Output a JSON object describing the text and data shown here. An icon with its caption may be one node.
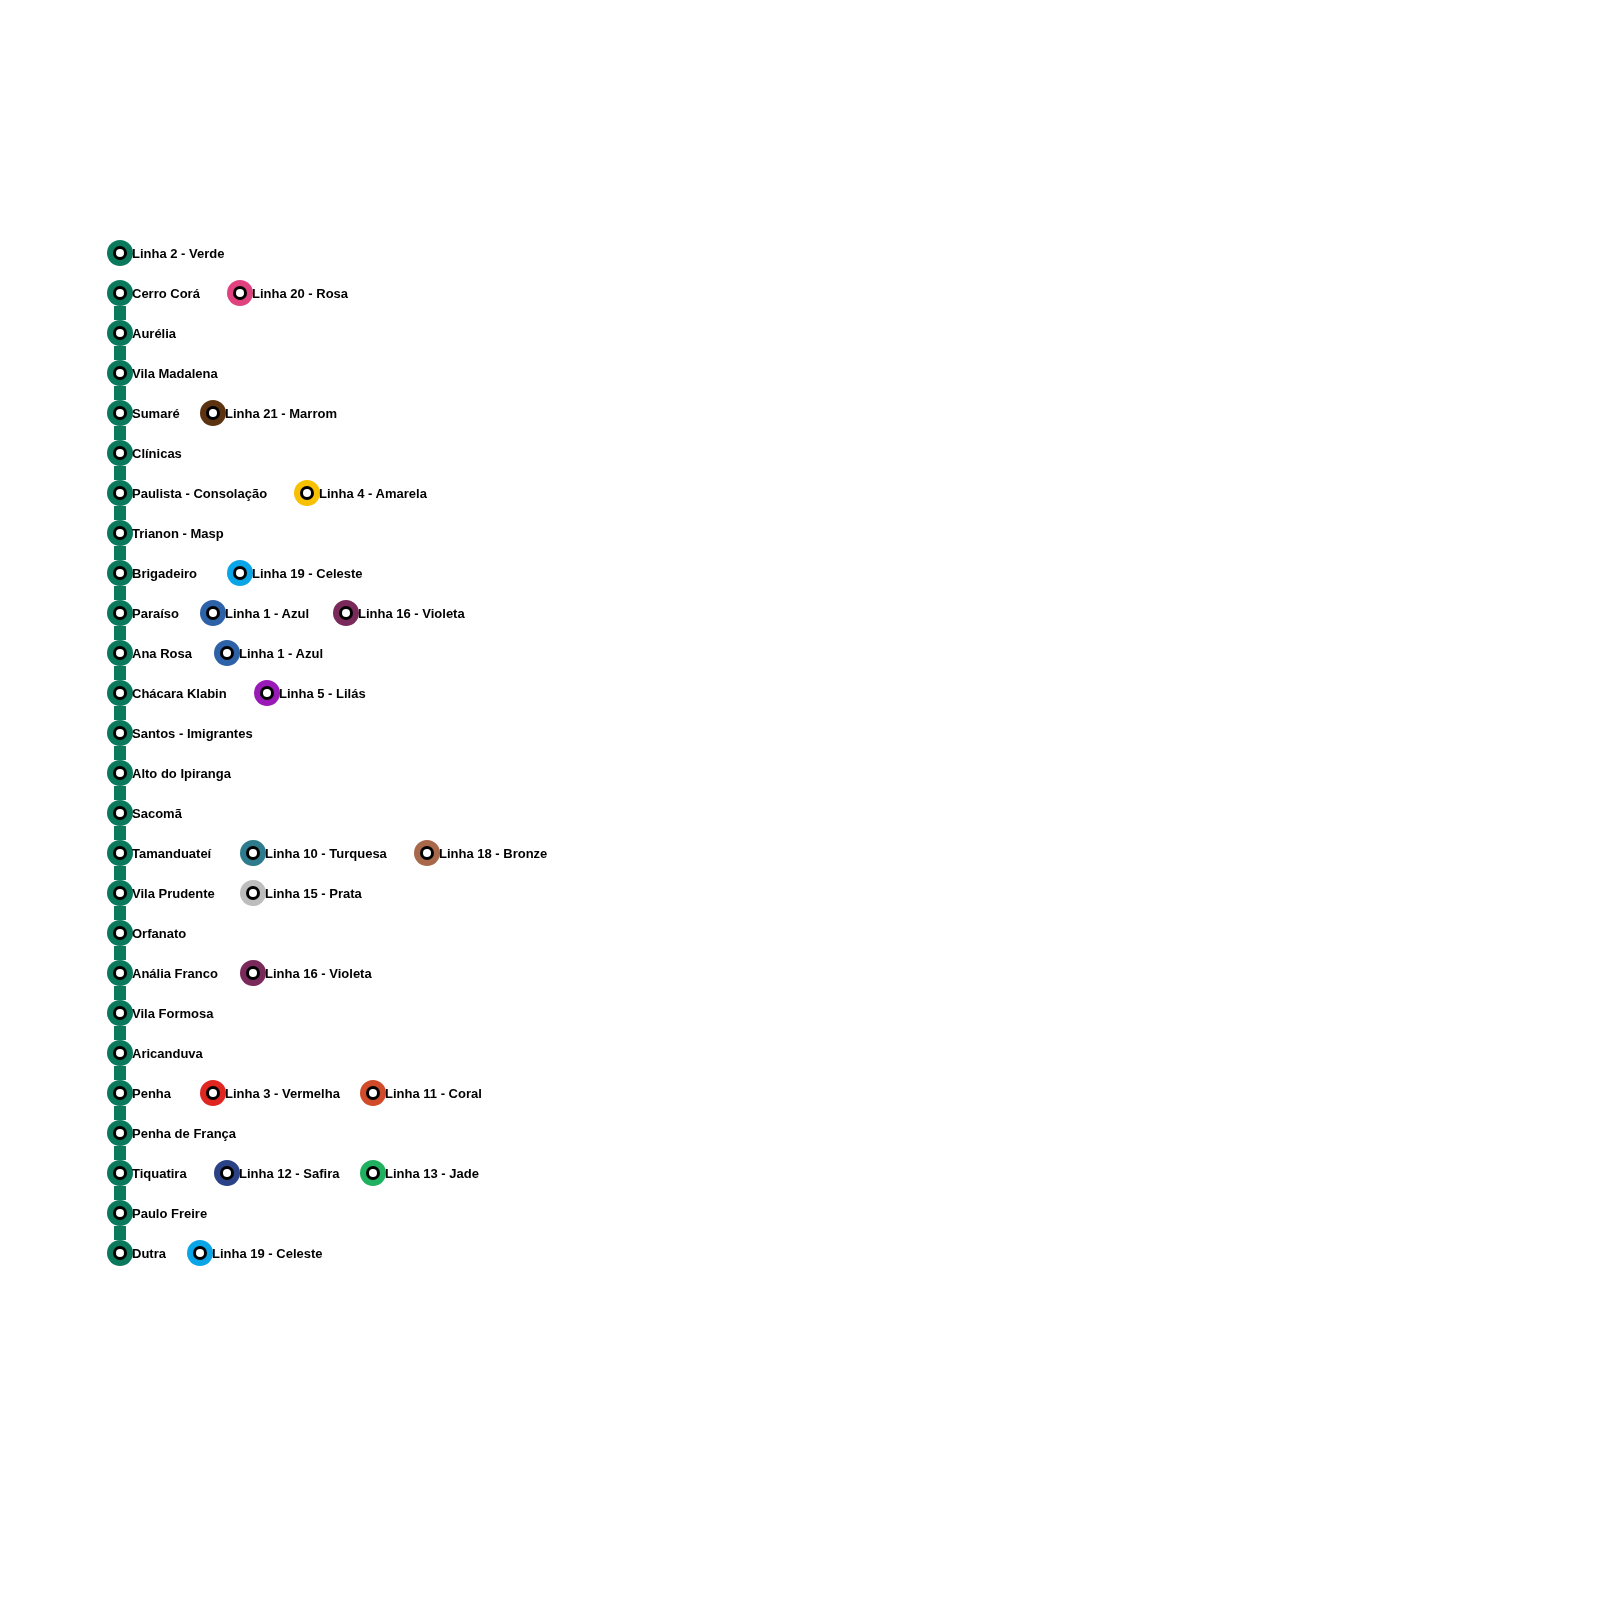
{
  "diagram": {
    "nodes": [
      {
        "text": [
          "Linha 2 - Verde"
        ]
      },
      {
        "text": [
          "Cerro Corá"
        ]
      },
      {
        "text": [
          "Linha 20 - Rosa"
        ]
      },
      {
        "text": [
          "Aurélia"
        ]
      },
      {
        "text": [
          "Vila Madalena"
        ]
      },
      {
        "text": [
          "Sumaré"
        ]
      },
      {
        "text": [
          "Linha 21 - Marrom"
        ]
      },
      {
        "text": [
          "Clínicas"
        ]
      },
      {
        "text": [
          "Paulista - Consolação"
        ]
      },
      {
        "text": [
          "Linha 4 - Amarela"
        ]
      },
      {
        "text": [
          "Trianon - Masp"
        ]
      },
      {
        "text": [
          "Brigadeiro"
        ]
      },
      {
        "text": [
          "Linha 19 - Celeste"
        ]
      },
      {
        "text": [
          "Paraíso"
        ]
      },
      {
        "text": [
          "Linha 1 - Azul"
        ]
      },
      {
        "text": [
          "Linha 16 - Violeta"
        ]
      },
      {
        "text": [
          "Ana Rosa"
        ]
      },
      {
        "text": [
          "Linha 1 - Azul"
        ]
      },
      {
        "text": [
          "Chácara Klabin"
        ]
      },
      {
        "text": [
          "Linha 5 - Lilás"
        ]
      },
      {
        "text": [
          "Santos - Imigrantes"
        ]
      },
      {
        "text": [
          "Alto do Ipiranga"
        ]
      },
      {
        "text": [
          "Sacomã"
        ]
      },
      {
        "text": [
          "Tamanduateí"
        ]
      },
      {
        "text": [
          "Linha 10 - Turquesa"
        ]
      },
      {
        "text": [
          "Linha 18 - Bronze"
        ]
      },
      {
        "text": [
          "Vila Prudente"
        ]
      },
      {
        "text": [
          "Linha 15 - Prata"
        ]
      },
      {
        "text": [
          "Orfanato"
        ]
      },
      {
        "text": [
          "Anália Franco"
        ]
      },
      {
        "text": [
          "Linha 16 - Violeta"
        ]
      },
      {
        "text": [
          "Vila Formosa"
        ]
      },
      {
        "text": [
          "Aricanduva"
        ]
      },
      {
        "text": [
          "Penha"
        ]
      },
      {
        "text": [
          "Linha 3 - Vermelha"
        ]
      },
      {
        "text": [
          "Linha 11 - Coral"
        ]
      },
      {
        "text": [
          "Penha de França"
        ]
      },
      {
        "text": [
          "Tiquatira"
        ]
      },
      {
        "text": [
          "Linha 12 - Safira"
        ]
      },
      {
        "text": [
          "Linha 13 - Jade"
        ]
      },
      {
        "text": [
          "Paulo Freire"
        ]
      },
      {
        "text": [
          "Dutra"
        ]
      },
      {
        "text": [
          "Linha 19 - Celeste"
        ]
      }
    ],
    "edges": [
      {
        "from": 1,
        "to": 3,
        "arrow": "none"
      },
      {
        "from": 3,
        "to": 4,
        "arrow": "none"
      },
      {
        "from": 4,
        "to": 5,
        "arrow": "none"
      },
      {
        "from": 5,
        "to": 7,
        "arrow": "none"
      },
      {
        "from": 7,
        "to": 8,
        "arrow": "none"
      },
      {
        "from": 8,
        "to": 10,
        "arrow": "none"
      },
      {
        "from": 10,
        "to": 11,
        "arrow": "none"
      },
      {
        "from": 11,
        "to": 13,
        "arrow": "none"
      },
      {
        "from": 13,
        "to": 16,
        "arrow": "none"
      },
      {
        "from": 16,
        "to": 18,
        "arrow": "none"
      },
      {
        "from": 18,
        "to": 20,
        "arrow": "none"
      },
      {
        "from": 20,
        "to": 21,
        "arrow": "none"
      },
      {
        "from": 21,
        "to": 22,
        "arrow": "none"
      },
      {
        "from": 22,
        "to": 23,
        "arrow": "none"
      },
      {
        "from": 23,
        "to": 26,
        "arrow": "none"
      },
      {
        "from": 26,
        "to": 28,
        "arrow": "none"
      },
      {
        "from": 28,
        "to": 29,
        "arrow": "none"
      },
      {
        "from": 29,
        "to": 31,
        "arrow": "none"
      },
      {
        "from": 31,
        "to": 32,
        "arrow": "none"
      },
      {
        "from": 32,
        "to": 33,
        "arrow": "none"
      },
      {
        "from": 33,
        "to": 36,
        "arrow": "none"
      },
      {
        "from": 36,
        "to": 37,
        "arrow": "none"
      },
      {
        "from": 37,
        "to": 40,
        "arrow": "none"
      },
      {
        "from": 40,
        "to": 41,
        "arrow": "none"
      }
    ]
  }
}
